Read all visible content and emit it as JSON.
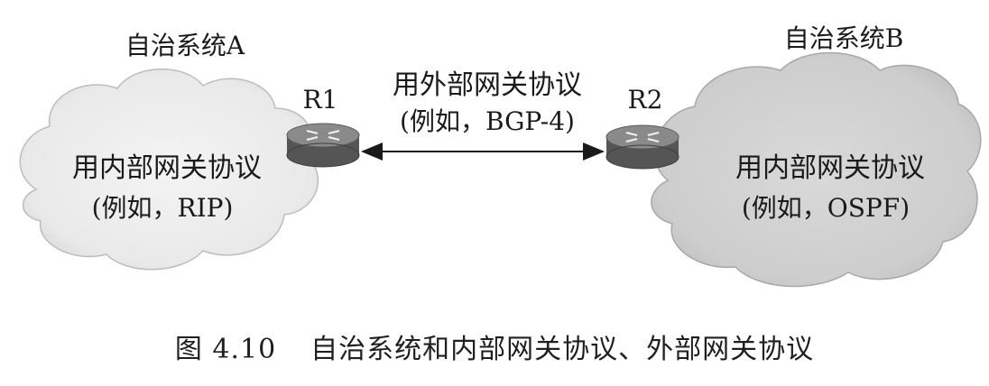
{
  "as_a": {
    "title": "自治系统A",
    "protocol_line1": "用内部网关协议",
    "protocol_line2": "(例如，RIP)"
  },
  "as_b": {
    "title": "自治系统B",
    "protocol_line1": "用内部网关协议",
    "protocol_line2": "(例如，OSPF)"
  },
  "routers": {
    "r1": "R1",
    "r2": "R2"
  },
  "link": {
    "line1": "用外部网关协议",
    "line2": "(例如，BGP-4)"
  },
  "caption": {
    "number": "图 4.10",
    "text": "自治系统和内部网关协议、外部网关协议"
  },
  "colors": {
    "cloud_a": "#eeeeee",
    "cloud_b": "#cfcfcf",
    "router_body": "#5a5a5a",
    "router_top": "#8a8a8a"
  }
}
